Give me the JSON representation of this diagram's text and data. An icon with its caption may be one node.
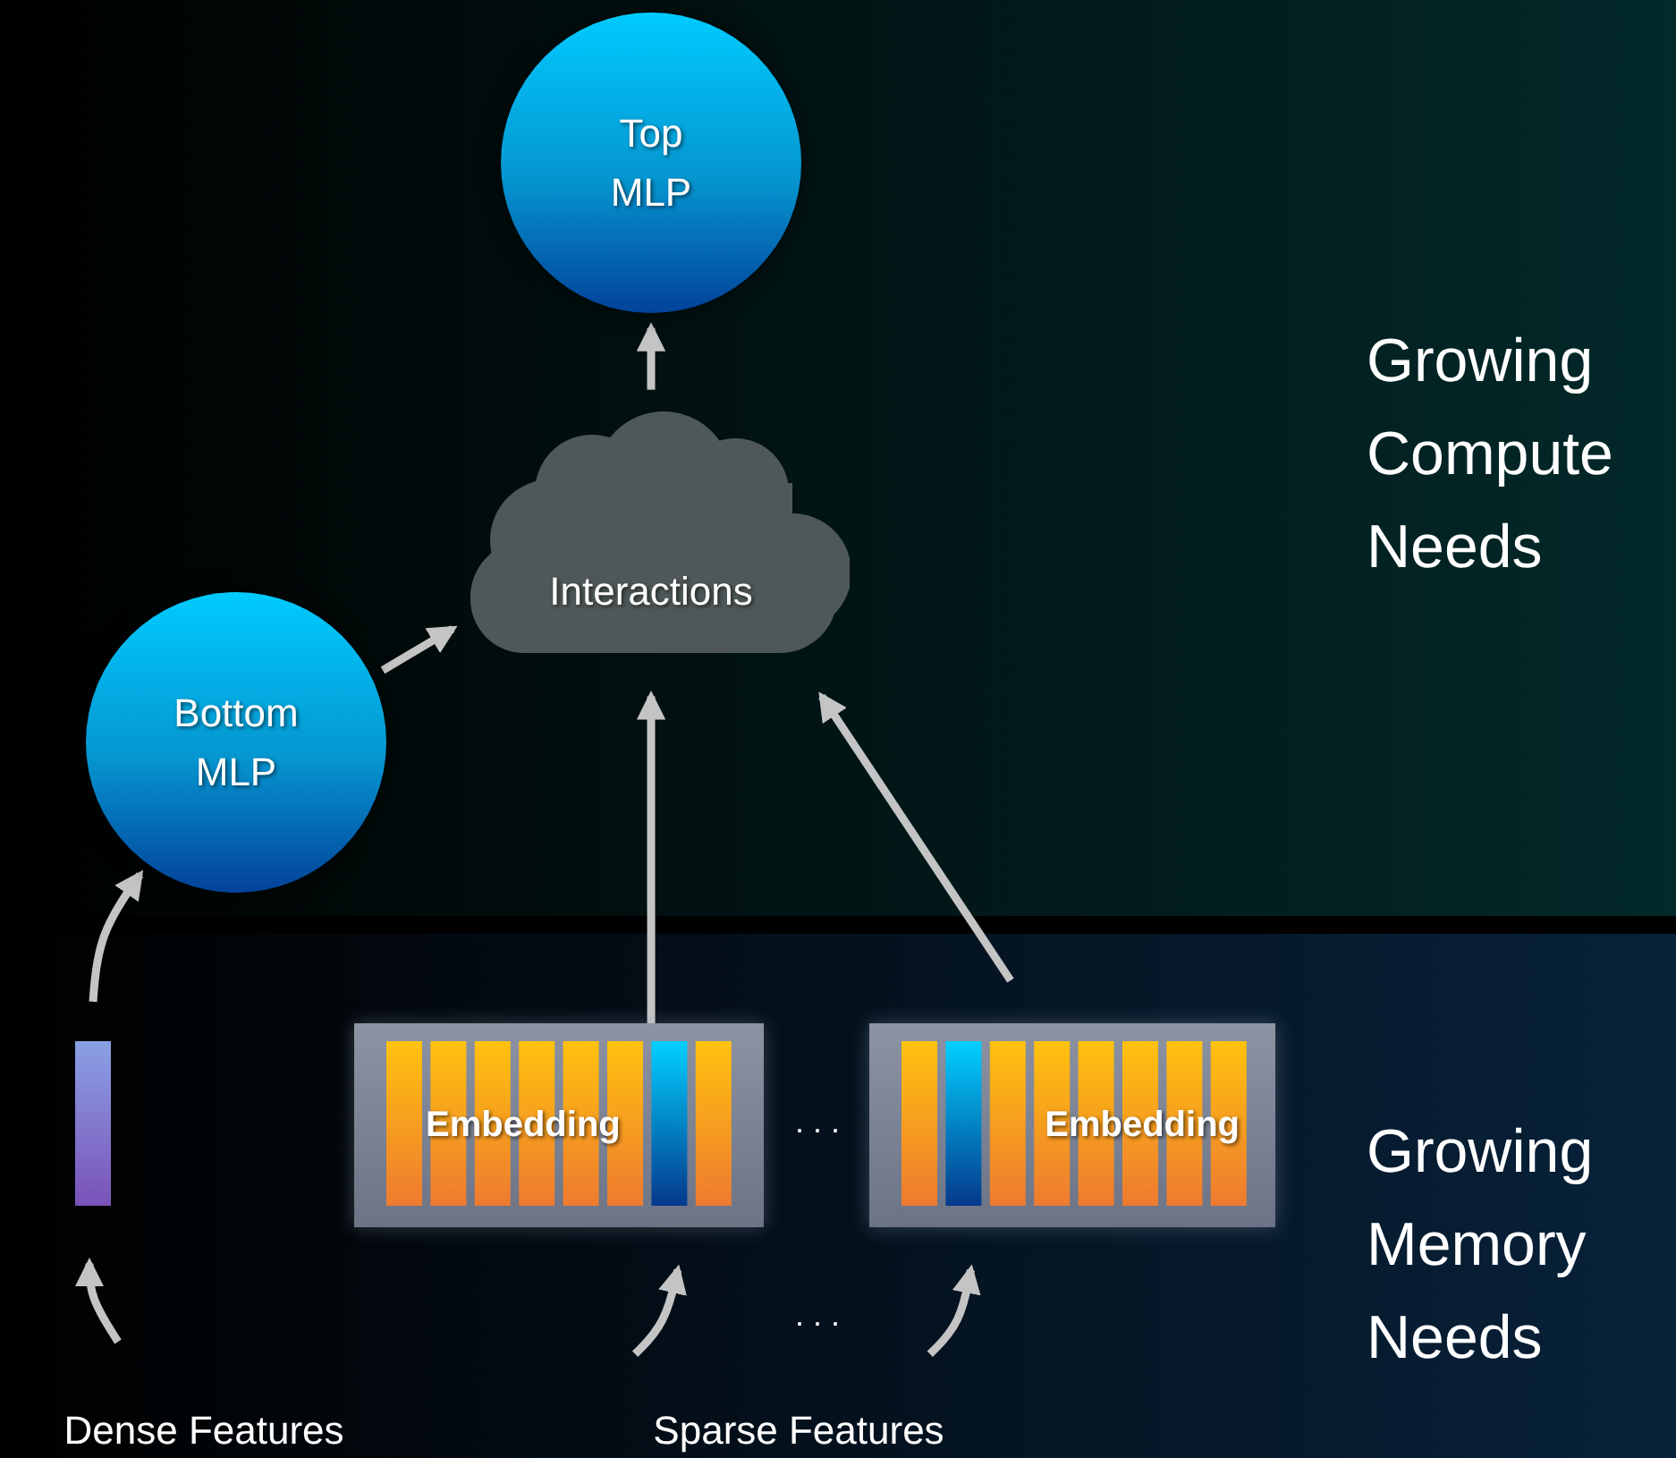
{
  "diagram": {
    "nodes": [
      {
        "text": [
          "Top MLP"
        ]
      },
      {
        "text": [
          "Interactions"
        ]
      },
      {
        "text": [
          "Bottom MLP"
        ]
      },
      {
        "text": [],
        "shape": "bar"
      },
      {
        "text": [
          "Embedding"
        ]
      },
      {
        "text": [
          "Embedding"
        ]
      },
      {
        "text": [
          "Dense Features"
        ]
      },
      {
        "text": [
          "Sparse Features"
        ]
      }
    ],
    "edges": [
      {
        "from": 1,
        "to": 0,
        "arrow": "to"
      },
      {
        "from": 2,
        "to": 1,
        "arrow": "to"
      },
      {
        "from": 4,
        "to": 1,
        "arrow": "to"
      },
      {
        "from": 5,
        "to": 1,
        "arrow": "to"
      },
      {
        "from": 3,
        "to": 2,
        "arrow": "to"
      },
      {
        "from": 6,
        "to": 3,
        "arrow": "to"
      },
      {
        "from": 7,
        "to": 4,
        "arrow": "to"
      },
      {
        "from": 7,
        "to": 5,
        "arrow": "to"
      }
    ],
    "labels": [
      "Growing Compute Needs",
      ". . .",
      "Growing Memory Needs",
      ". . ."
    ]
  }
}
